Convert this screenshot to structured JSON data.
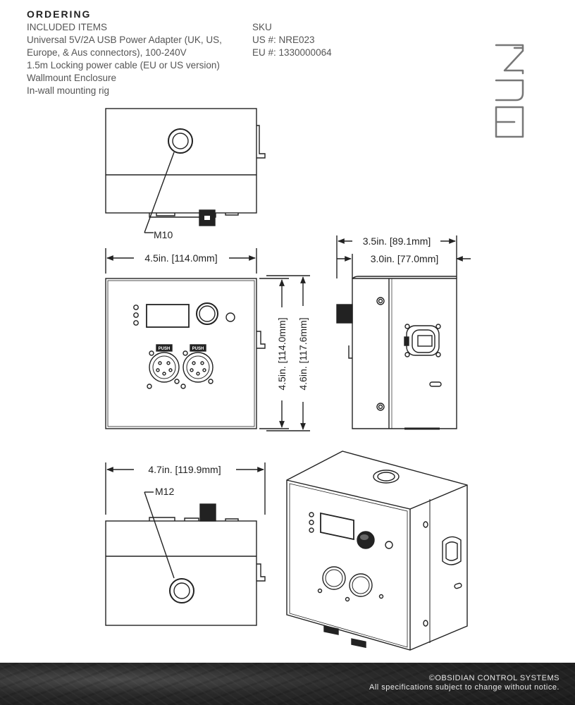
{
  "ordering": {
    "heading": "ORDERING",
    "included_title": "INCLUDED ITEMS",
    "items": [
      "Universal 5V/2A USB Power Adapter (UK, US,",
      "Europe, & Aus connectors), 100-240V",
      "1.5m Locking power cable (EU or US version)",
      "Wallmount Enclosure",
      "In-wall mounting rig"
    ]
  },
  "sku": {
    "title": "SKU",
    "us": "US #: NRE023",
    "eu": "EU #: 1330000064"
  },
  "drawing": {
    "top_view_label": "M10",
    "front_width": "4.5in. [114.0mm]",
    "front_height": "4.5in. [114.0mm]",
    "front_height_total": "4.6in. [117.6mm]",
    "side_depth_total": "3.5in. [89.1mm]",
    "side_depth": "3.0in. [77.0mm]",
    "bottom_width": "4.7in. [119.9mm]",
    "bottom_view_label": "M12",
    "push_label": "PUSH"
  },
  "footer": {
    "copyright": "©OBSIDIAN CONTROL SYSTEMS",
    "notice": "All specifications subject to change without notice."
  }
}
